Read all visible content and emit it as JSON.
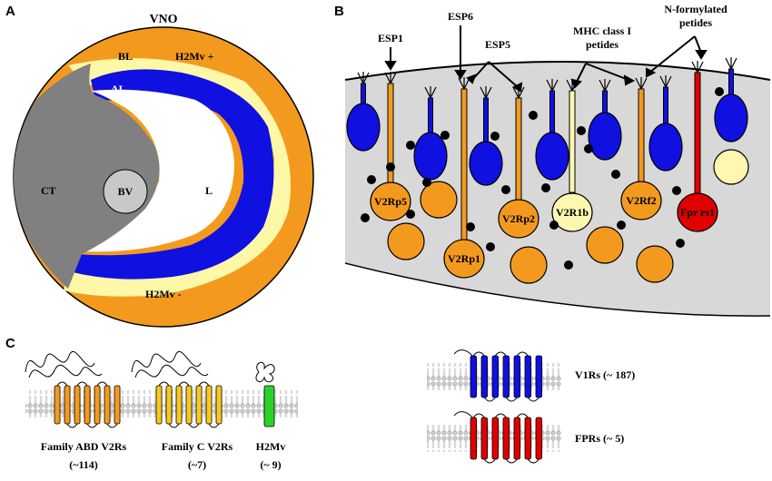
{
  "panels": {
    "a": "A",
    "b": "B",
    "c": "C"
  },
  "panel_a": {
    "title": "VNO",
    "labels": {
      "bl": "BL",
      "h2mv_plus": "H2Mv +",
      "al": "AL",
      "ct": "CT",
      "bv": "BV",
      "l": "L",
      "h2mv_minus": "H2Mv -"
    },
    "colors": {
      "basal": "#f39a1e",
      "apical": "#1010e0",
      "h2mv_neg": "#fdf7a8",
      "tissue": "#808080",
      "vessel": "#c8c8c8"
    }
  },
  "panel_b": {
    "ligands": {
      "esp1": "ESP1",
      "esp6": "ESP6",
      "esp5": "ESP5",
      "mhc_line1": "MHC class I",
      "mhc_line2": "petides",
      "nf_line1": "N-formylated",
      "nf_line2": "petides"
    },
    "receptors": {
      "v2rp5": "V2Rp5",
      "v2rp1": "V2Rp1",
      "v2rp2": "V2Rp2",
      "v2r1b": "V2R1b",
      "v2rf2": "V2Rf2",
      "fpr": "Fpr rs1"
    },
    "colors": {
      "v1r": "#1010e0",
      "v2r": "#f39a1e",
      "v2r1b": "#fdf7b0",
      "fpr": "#e00000"
    }
  },
  "panel_c": {
    "families": [
      {
        "name": "Family ABD V2Rs",
        "count": "(~114)",
        "color": "#f39a1e"
      },
      {
        "name": "Family C V2Rs",
        "count": "(~7)",
        "color": "#f7c81e"
      },
      {
        "name": "H2Mv",
        "count": "(~ 9)",
        "color": "#2bd12b"
      }
    ],
    "receptors": [
      {
        "name": "V1Rs (~ 187)",
        "color": "#1010e0"
      },
      {
        "name": "FPRs (~ 5)",
        "color": "#e00000"
      }
    ]
  }
}
